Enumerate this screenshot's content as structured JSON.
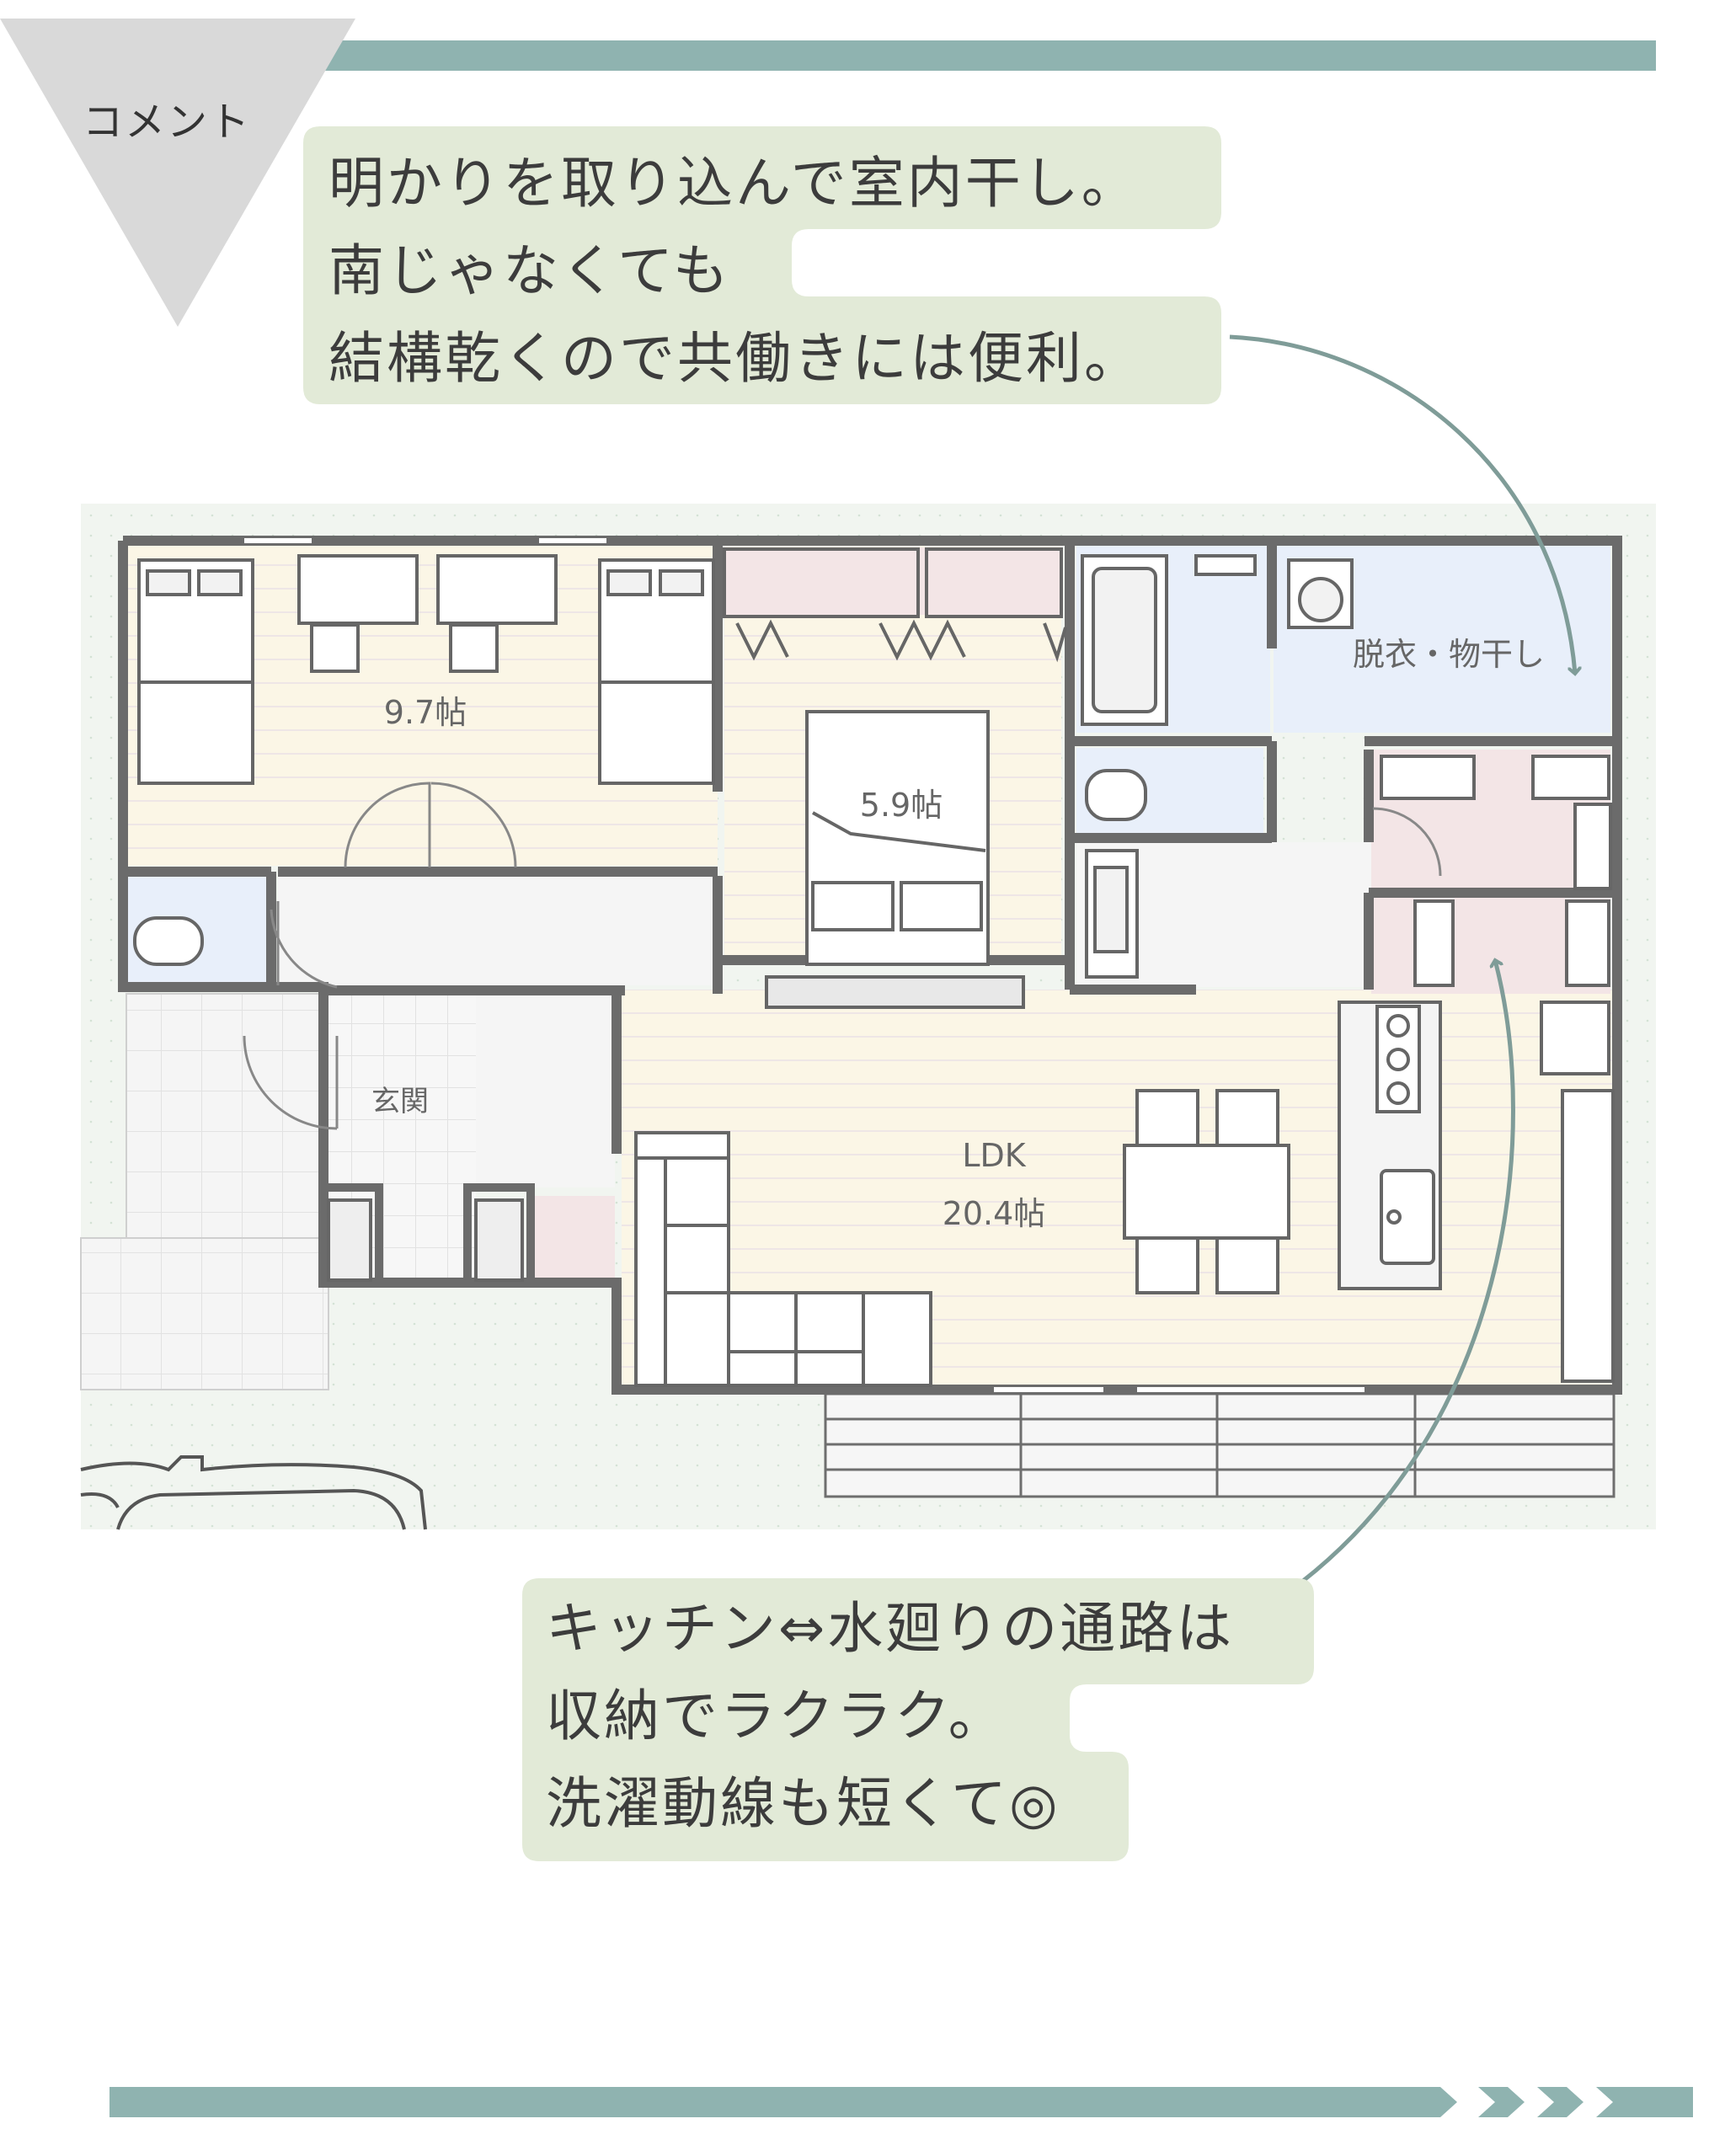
{
  "header": {
    "tag": "コメント"
  },
  "bubble_top": {
    "lines": [
      "明かりを取り込んで室内干し。",
      "南じゃなくても",
      "結構乾くので共働きには便利。"
    ]
  },
  "bubble_bottom": {
    "lines": [
      "キッチン⇔水廻りの通路は",
      "収納でラクラク。",
      "洗濯動線も短くて◎"
    ]
  },
  "rooms": {
    "kids_room": "9.7帖",
    "bedroom": "5.9帖",
    "laundry": "脱衣・物干し",
    "entrance": "玄関",
    "ldk_name": "LDK",
    "ldk_size": "20.4帖"
  },
  "colors": {
    "accent": "#8fb3b0",
    "bubble": "#e2ead7",
    "wall": "#6b6b6b",
    "floor_wood": "#fbf6e6",
    "wet_area": "#e8effa",
    "storage": "#f3e5e6"
  }
}
